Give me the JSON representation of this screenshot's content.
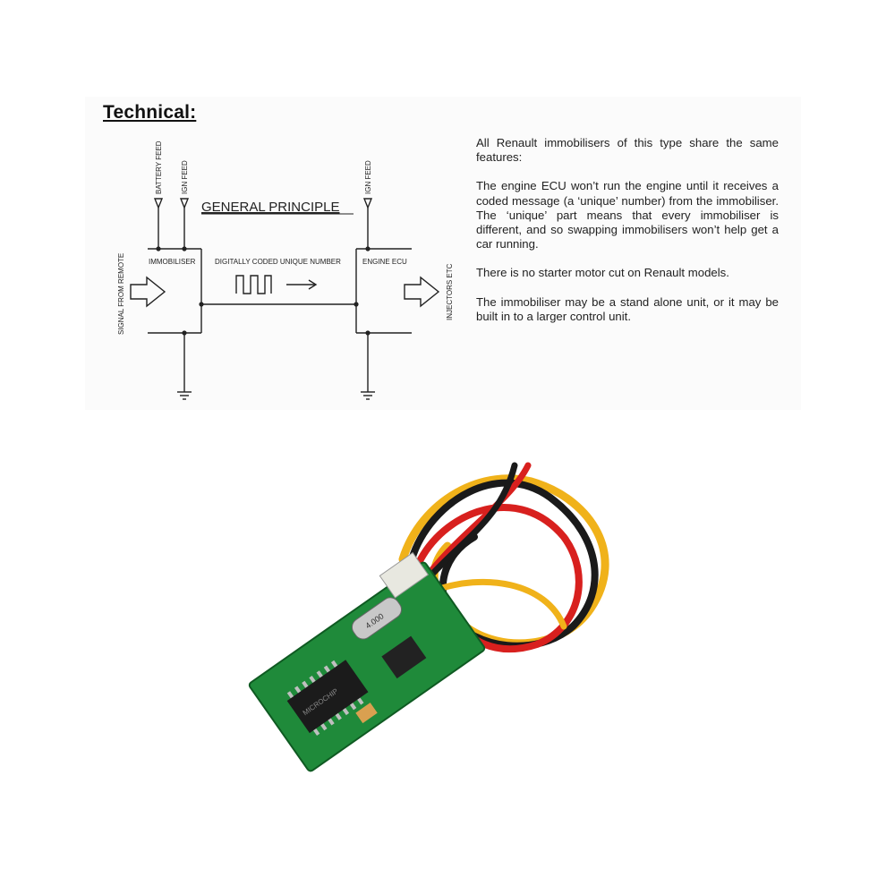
{
  "heading": "Technical:",
  "diagram": {
    "title": "GENERAL PRINCIPLE",
    "labels": {
      "battery_feed": "BATTERY FEED",
      "ign_feed_left": "IGN FEED",
      "ign_feed_right": "IGN FEED",
      "immobiliser": "IMMOBILISER",
      "coded_number": "DIGITALLY CODED UNIQUE NUMBER",
      "engine_ecu": "ENGINE ECU",
      "signal_from_remote": "SIGNAL FROM REMOTE",
      "injectors_etc": "INJECTORS ETC"
    }
  },
  "description": [
    "All Renault immobilisers of this type share the same features:",
    "The engine ECU won’t run the engine until it receives a coded message (a ‘unique’ number) from the immobiliser. The ‘unique’ part means that every immobiliser is different, and so swapping immobilisers won’t help get a car running.",
    "There is no starter motor cut on Renault models.",
    "The immobiliser may be a stand alone unit, or it may be built in to a larger control unit."
  ],
  "product": {
    "crystal_marking": "4.000",
    "chip_marking": "MICROCHIP"
  },
  "colors": {
    "pcb": "#1f8a3a",
    "wire_red": "#d8201e",
    "wire_black": "#1a1a1a",
    "wire_yellow": "#f0b21a"
  }
}
